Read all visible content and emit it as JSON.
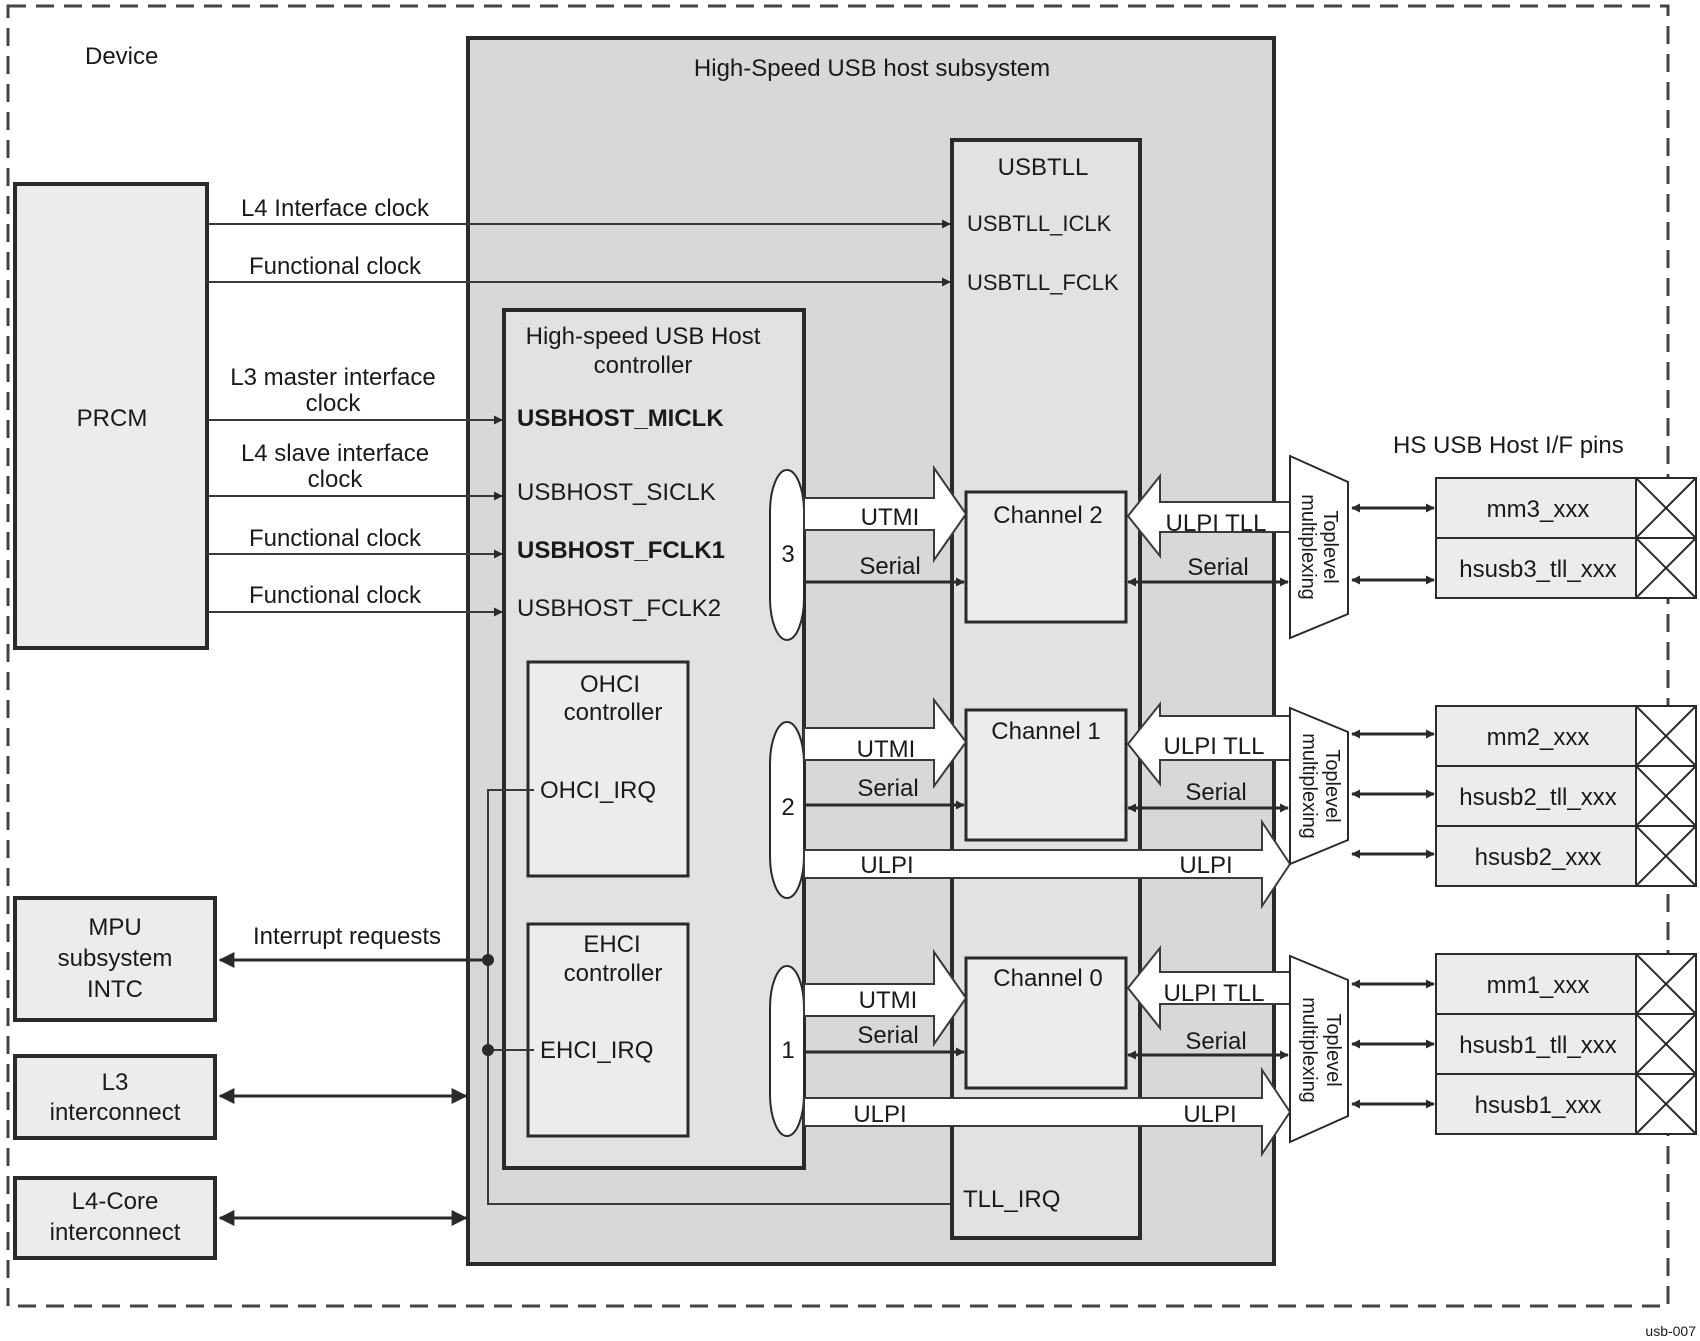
{
  "colors": {
    "panel": "#d8d8d8",
    "panel_inner": "#e2e2e2",
    "box": "#ececec",
    "white": "#ffffff",
    "stroke": "#2a2a2a"
  },
  "device": {
    "label": "Device"
  },
  "subsystem": {
    "title": "High-Speed USB host subsystem"
  },
  "prcm": {
    "label": "PRCM"
  },
  "clock_lines": {
    "l4_interface": "L4 Interface clock",
    "functional_1": "Functional clock",
    "l3_master_1": "L3 master interface",
    "l3_master_2": "clock",
    "l4_slave_1": "L4 slave interface",
    "l4_slave_2": "clock",
    "functional_2": "Functional clock",
    "functional_3": "Functional clock"
  },
  "usbtll": {
    "title": "USBTLL",
    "iclk": "USBTLL_ICLK",
    "fclk": "USBTLL_FCLK",
    "irq": "TLL_IRQ"
  },
  "host_controller": {
    "title_1": "High-speed USB Host",
    "title_2": "controller",
    "miclk": "USBHOST_MICLK",
    "siclk": "USBHOST_SICLK",
    "fclk1": "USBHOST_FCLK1",
    "fclk2": "USBHOST_FCLK2"
  },
  "ohci": {
    "title_1": "OHCI",
    "title_2": "controller",
    "irq": "OHCI_IRQ"
  },
  "ehci": {
    "title_1": "EHCI",
    "title_2": "controller",
    "irq": "EHCI_IRQ"
  },
  "ports": {
    "p3": "3",
    "p2": "2",
    "p1": "1"
  },
  "channels": {
    "ch2": "Channel 2",
    "ch1": "Channel 1",
    "ch0": "Channel 0"
  },
  "links": {
    "utmi": "UTMI",
    "serial": "Serial",
    "ulpi": "ULPI",
    "ulpi_tll": "ULPI TLL"
  },
  "mux": {
    "line_1": "Toplevel",
    "line_2": "multiplexing"
  },
  "pins": {
    "header": "HS USB Host  I/F pins",
    "mm3": "mm3_xxx",
    "hsusb3_tll": "hsusb3_tll_xxx",
    "mm2": "mm2_xxx",
    "hsusb2_tll": "hsusb2_tll_xxx",
    "hsusb2": "hsusb2_xxx",
    "mm1": "mm1_xxx",
    "hsusb1_tll": "hsusb1_tll_xxx",
    "hsusb1": "hsusb1_xxx"
  },
  "mpu": {
    "line_1": "MPU",
    "line_2": "subsystem",
    "line_3": "INTC"
  },
  "interrupts": {
    "label": "Interrupt requests"
  },
  "l3": {
    "line_1": "L3",
    "line_2": "interconnect"
  },
  "l4core": {
    "line_1": "L4-Core",
    "line_2": "interconnect"
  },
  "footer": {
    "ref": "usb-007"
  }
}
